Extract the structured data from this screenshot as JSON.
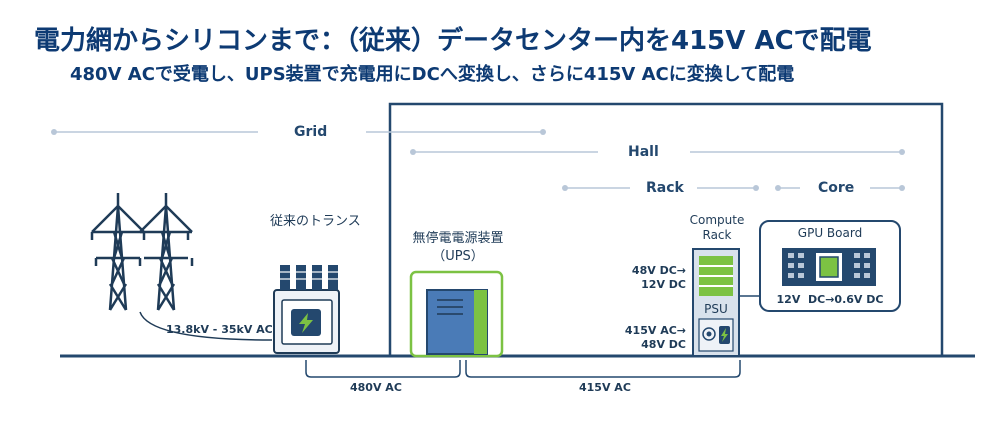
{
  "header": {
    "title": "電力網からシリコンまで：（従来）データセンター内を415V ACで配電",
    "subtitle": "480V ACで受電し、UPS装置で充電用にDCへ変換し、さらに415V ACに変換して配電"
  },
  "scopes": {
    "grid": "Grid",
    "hall": "Hall",
    "rack": "Rack",
    "core": "Core"
  },
  "equipment": {
    "transformer_label": "従来のトランス",
    "ups_label_line1": "無停電電源装置",
    "ups_label_line2": "（UPS）",
    "compute_rack_line1": "Compute",
    "compute_rack_line2": "Rack",
    "psu_label": "PSU",
    "gpu_board_label": "GPU Board"
  },
  "voltages": {
    "grid_line": "13.8kV - 35kV AC",
    "transformer_out": "480V AC",
    "ups_out": "415V AC",
    "rack_48_12_line1": "48V DC→",
    "rack_48_12_line2": "12V DC",
    "psu_in_line1": "415V AC→",
    "psu_in_line2": "48V DC",
    "gpu_conversion": "12V  DC→0.6V DC"
  },
  "colors": {
    "navy": "#0d3a73",
    "line": "#24486e",
    "hall_box": "#24486e",
    "ups_green": "#7cc243",
    "ups_body": "#4a7bb7",
    "scope_line": "#b9c7d8"
  }
}
